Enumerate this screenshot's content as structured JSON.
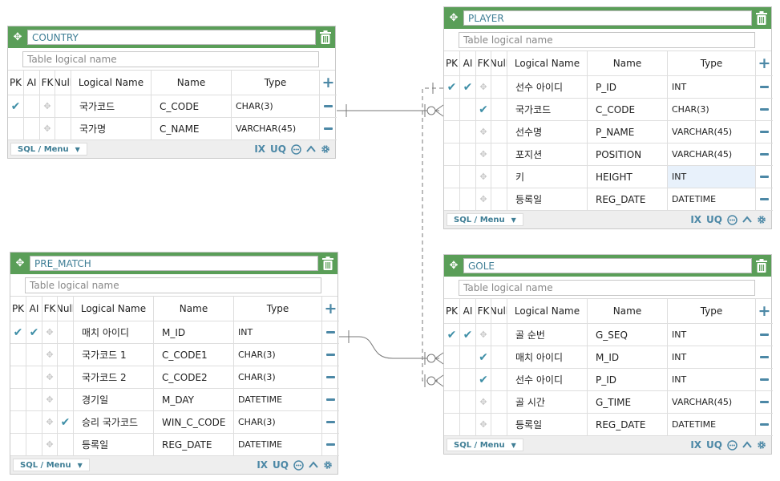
{
  "ui": {
    "accent": "#5a9e58",
    "icon_color": "#4c88a6",
    "logical_placeholder": "Table logical name",
    "headers": [
      "PK",
      "AI",
      "FK",
      "Null",
      "Logical Name",
      "Name",
      "Type"
    ],
    "menu_label": "SQL / Menu",
    "ix_label": "IX",
    "uq_label": "UQ"
  },
  "tables": [
    {
      "id": "country",
      "name": "COUNTRY",
      "columns": [
        {
          "pk": true,
          "ai": false,
          "fk": false,
          "null": false,
          "logical": "국가코드",
          "name": "C_CODE",
          "type": "CHAR(3)"
        },
        {
          "pk": false,
          "ai": false,
          "fk": false,
          "null": false,
          "logical": "국가명",
          "name": "C_NAME",
          "type": "VARCHAR(45)"
        }
      ]
    },
    {
      "id": "player",
      "name": "PLAYER",
      "columns": [
        {
          "pk": true,
          "ai": true,
          "fk": false,
          "null": false,
          "logical": "선수 아이디",
          "name": "P_ID",
          "type": "INT"
        },
        {
          "pk": false,
          "ai": false,
          "fk": true,
          "null": false,
          "logical": "국가코드",
          "name": "C_CODE",
          "type": "CHAR(3)"
        },
        {
          "pk": false,
          "ai": false,
          "fk": false,
          "null": false,
          "logical": "선수명",
          "name": "P_NAME",
          "type": "VARCHAR(45)"
        },
        {
          "pk": false,
          "ai": false,
          "fk": false,
          "null": false,
          "logical": "포지션",
          "name": "POSITION",
          "type": "VARCHAR(45)"
        },
        {
          "pk": false,
          "ai": false,
          "fk": false,
          "null": false,
          "logical": "키",
          "name": "HEIGHT",
          "type": "INT",
          "selected": true
        },
        {
          "pk": false,
          "ai": false,
          "fk": false,
          "null": false,
          "logical": "등록일",
          "name": "REG_DATE",
          "type": "DATETIME"
        }
      ]
    },
    {
      "id": "pre_match",
      "name": "PRE_MATCH",
      "columns": [
        {
          "pk": true,
          "ai": true,
          "fk": false,
          "null": false,
          "logical": "매치 아이디",
          "name": "M_ID",
          "type": "INT"
        },
        {
          "pk": false,
          "ai": false,
          "fk": false,
          "null": false,
          "logical": "국가코드 1",
          "name": "C_CODE1",
          "type": "CHAR(3)"
        },
        {
          "pk": false,
          "ai": false,
          "fk": false,
          "null": false,
          "logical": "국가코드 2",
          "name": "C_CODE2",
          "type": "CHAR(3)"
        },
        {
          "pk": false,
          "ai": false,
          "fk": false,
          "null": false,
          "logical": "경기일",
          "name": "M_DAY",
          "type": "DATETIME"
        },
        {
          "pk": false,
          "ai": false,
          "fk": false,
          "null": true,
          "logical": "승리 국가코드",
          "name": "WIN_C_CODE",
          "type": "CHAR(3)"
        },
        {
          "pk": false,
          "ai": false,
          "fk": false,
          "null": false,
          "logical": "등록일",
          "name": "REG_DATE",
          "type": "DATETIME"
        }
      ]
    },
    {
      "id": "gole",
      "name": "GOLE",
      "columns": [
        {
          "pk": true,
          "ai": true,
          "fk": false,
          "null": false,
          "logical": "골 순번",
          "name": "G_SEQ",
          "type": "INT"
        },
        {
          "pk": false,
          "ai": false,
          "fk": true,
          "null": false,
          "logical": "매치 아이디",
          "name": "M_ID",
          "type": "INT"
        },
        {
          "pk": false,
          "ai": false,
          "fk": true,
          "null": false,
          "logical": "선수 아이디",
          "name": "P_ID",
          "type": "INT"
        },
        {
          "pk": false,
          "ai": false,
          "fk": false,
          "null": false,
          "logical": "골 시간",
          "name": "G_TIME",
          "type": "VARCHAR(45)"
        },
        {
          "pk": false,
          "ai": false,
          "fk": false,
          "null": false,
          "logical": "등록일",
          "name": "REG_DATE",
          "type": "DATETIME"
        }
      ]
    }
  ]
}
